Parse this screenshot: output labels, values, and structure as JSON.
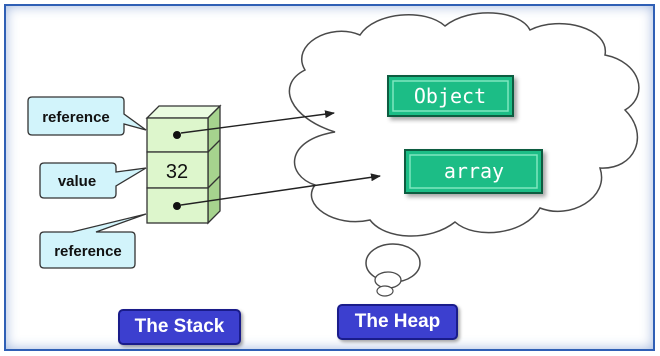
{
  "diagram": {
    "stack_cells": [
      {
        "content": "",
        "symbol": "dot"
      },
      {
        "content": "32",
        "symbol": ""
      },
      {
        "content": "",
        "symbol": "dot"
      }
    ],
    "callouts": {
      "top": "reference",
      "middle": "value",
      "bottom": "reference"
    },
    "heap_objects": {
      "object": "Object",
      "array": "array"
    },
    "captions": {
      "stack": "The Stack",
      "heap": "The Heap"
    },
    "colors": {
      "stack_fill": "#ddf6cc",
      "callout_fill": "#d2f4fb",
      "heap_box_fill": "#1fbd86",
      "caption_fill": "#3c3fcf",
      "frame_border": "#2f5fb5"
    }
  }
}
